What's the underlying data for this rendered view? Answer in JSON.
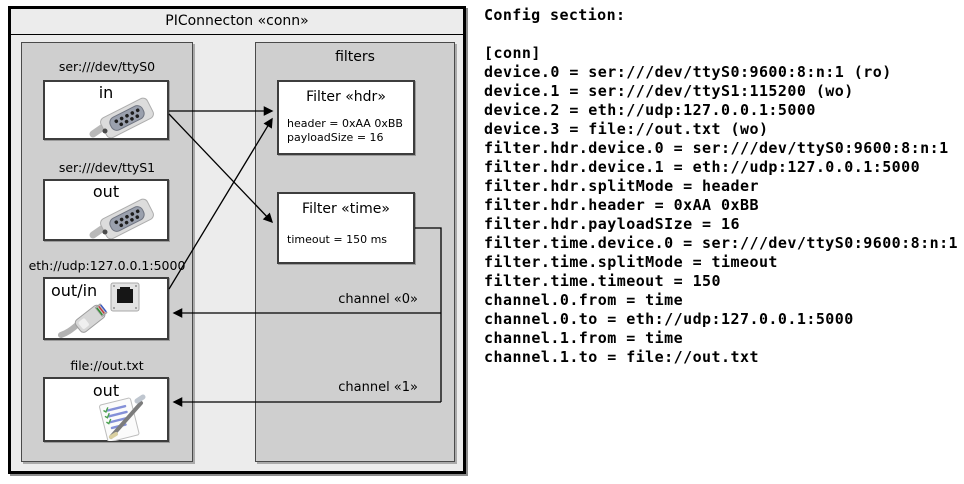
{
  "diagram": {
    "title": "PIConnecton «conn»",
    "filters_title": "filters",
    "devices": [
      {
        "label": "ser:///dev/ttyS0",
        "direction": "in",
        "icon": "serial-connector-icon"
      },
      {
        "label": "ser:///dev/ttyS1",
        "direction": "out",
        "icon": "serial-connector-icon"
      },
      {
        "label": "eth://udp:127.0.0.1:5000",
        "direction": "out/in",
        "icon": "ethernet-connector-icon"
      },
      {
        "label": "file://out.txt",
        "direction": "out",
        "icon": "notepad-icon"
      }
    ],
    "filters": [
      {
        "title": "Filter «hdr»",
        "props": [
          "header = 0xAA 0xBB",
          "payloadSize = 16"
        ]
      },
      {
        "title": "Filter «time»",
        "props": [
          "timeout = 150 ms"
        ]
      }
    ],
    "channels": [
      {
        "label": "channel «0»"
      },
      {
        "label": "channel «1»"
      }
    ],
    "colors": {
      "outer_fill": "#ececec",
      "group_fill": "#cfcfcf",
      "item_fill": "#ffffff",
      "line": "#000000"
    }
  },
  "config": {
    "heading": "Config section:",
    "lines": [
      "[conn]",
      "device.0 = ser:///dev/ttyS0:9600:8:n:1 (ro)",
      "device.1 = ser:///dev/ttyS1:115200 (wo)",
      "device.2 = eth://udp:127.0.0.1:5000",
      "device.3 = file://out.txt (wo)",
      "filter.hdr.device.0 = ser:///dev/ttyS0:9600:8:n:1",
      "filter.hdr.device.1 = eth://udp:127.0.0.1:5000",
      "filter.hdr.splitMode = header",
      "filter.hdr.header = 0xAA 0xBB",
      "filter.hdr.payloadSIze = 16",
      "filter.time.device.0 = ser:///dev/ttyS0:9600:8:n:1",
      "filter.time.splitMode = timeout",
      "filter.time.timeout = 150",
      "channel.0.from = time",
      "channel.0.to = eth://udp:127.0.0.1:5000",
      "channel.1.from = time",
      "channel.1.to = file://out.txt"
    ]
  }
}
